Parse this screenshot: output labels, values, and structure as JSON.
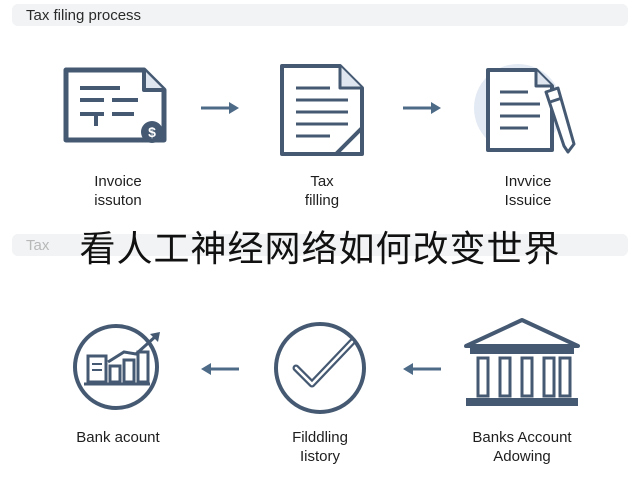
{
  "header": {
    "title": "Tax filing process"
  },
  "section2": {
    "title": "Tax"
  },
  "steps_top": [
    {
      "line1": "Invoice",
      "line2": "issuton",
      "icon": "invoice-dollar-icon"
    },
    {
      "line1": "Tax",
      "line2": "filling",
      "icon": "document-icon"
    },
    {
      "line1": "Invvice",
      "line2": "Issuice",
      "icon": "document-pen-icon"
    }
  ],
  "steps_bottom": [
    {
      "line1": "Bank acount",
      "line2": "",
      "icon": "chart-growth-icon"
    },
    {
      "line1": "Filddling",
      "line2": "Iistory",
      "icon": "checkmark-circle-icon"
    },
    {
      "line1": "Banks Account",
      "line2": "Adowing",
      "icon": "bank-building-icon"
    }
  ],
  "overlay_text": "看人工神经网络如何改变世界",
  "colors": {
    "icon_stroke": "#455a72",
    "icon_fill_light": "#dfe6ef",
    "arrow": "#4d6a87"
  }
}
